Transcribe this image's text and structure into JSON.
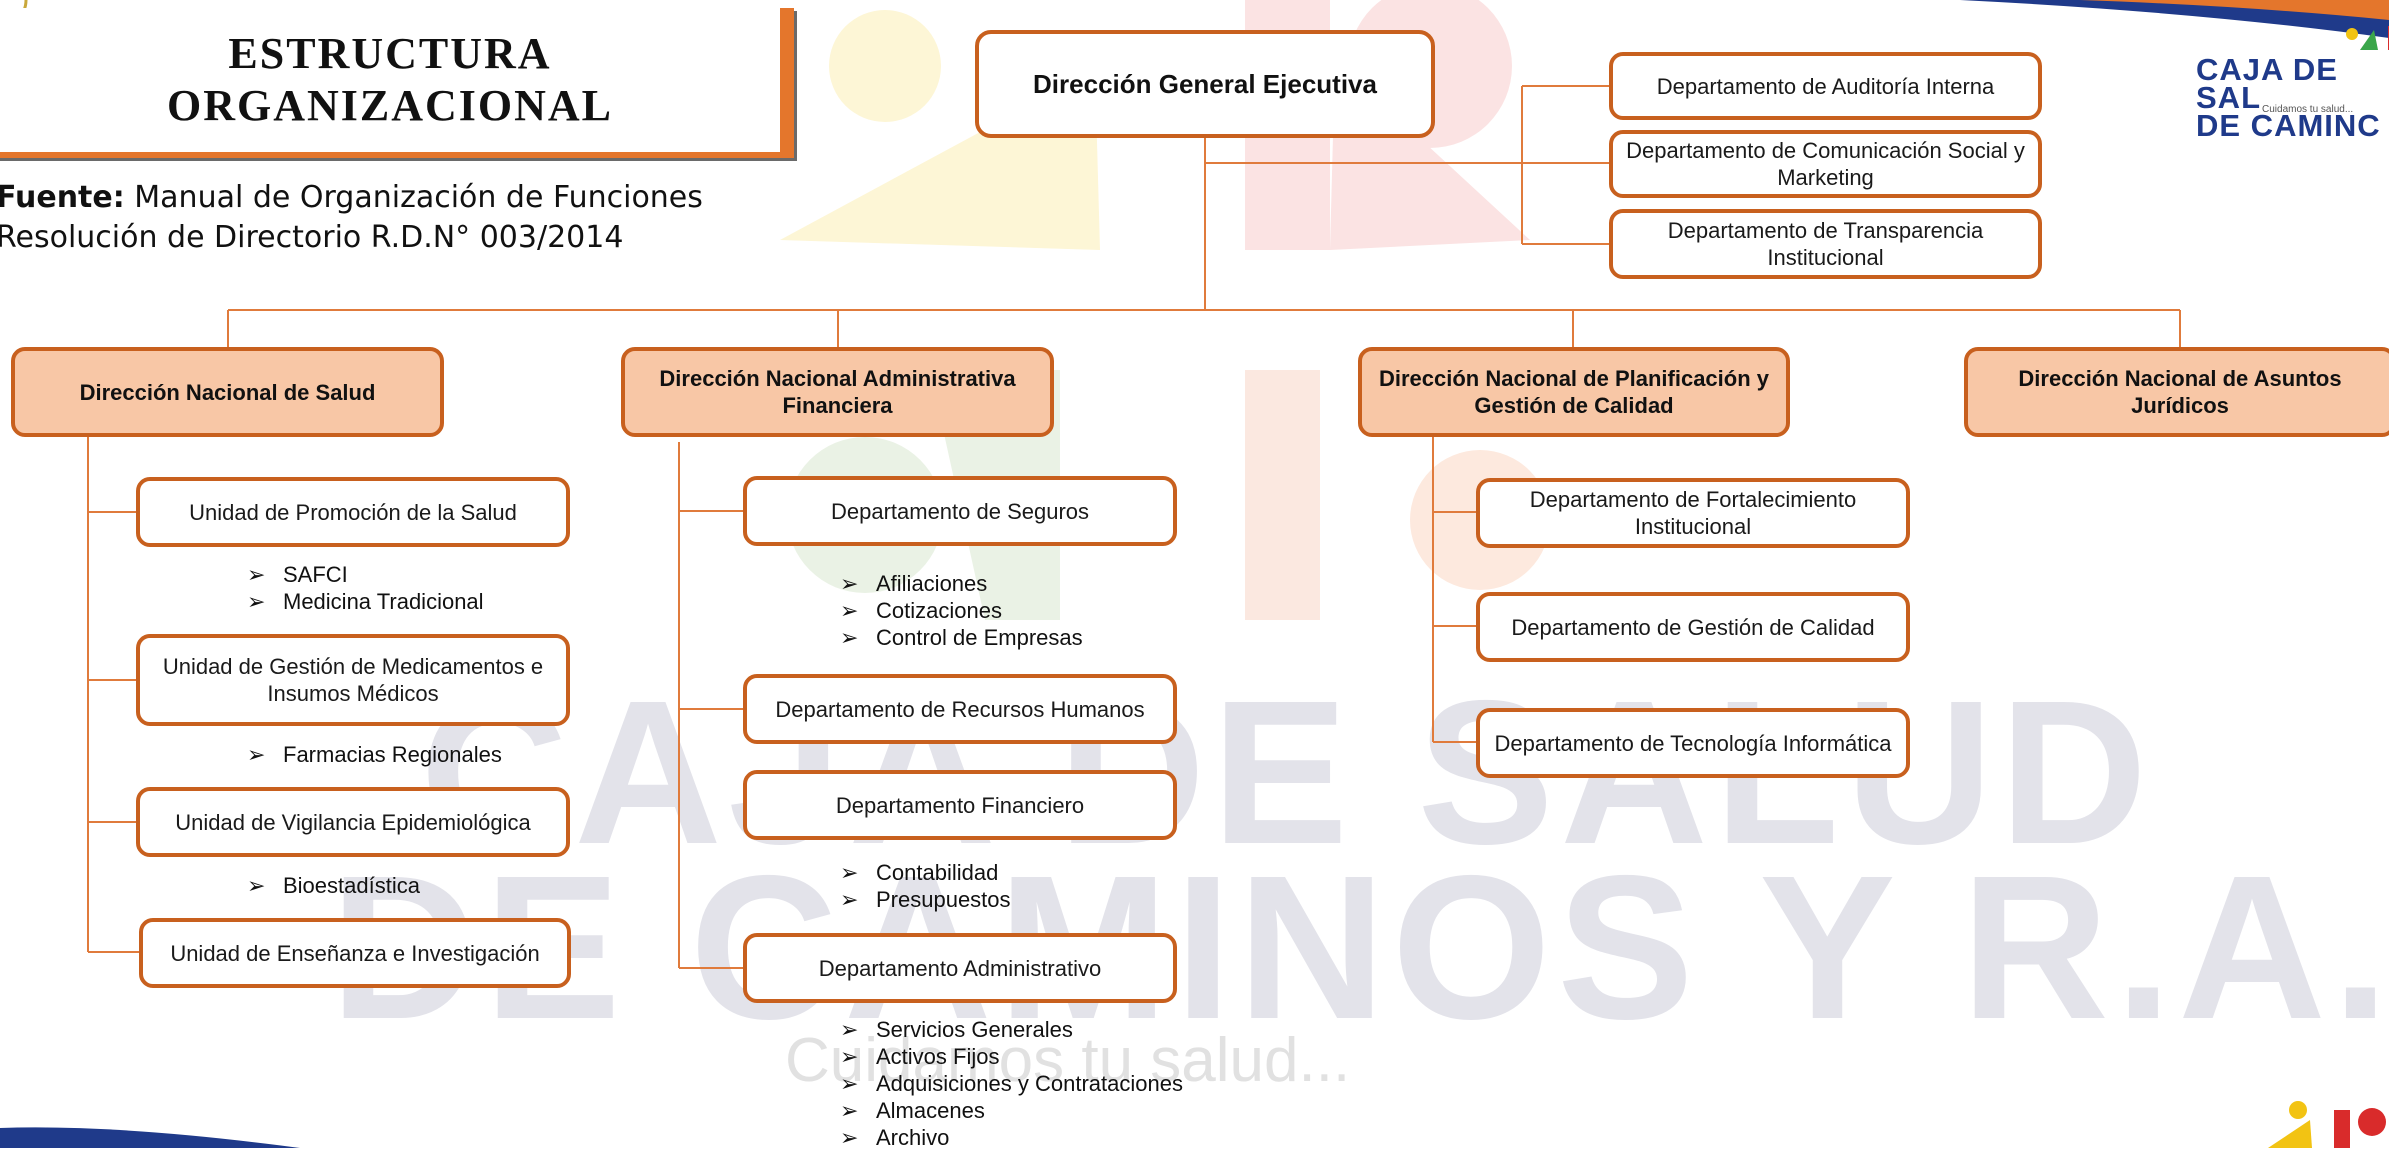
{
  "title": {
    "line1": "ESTRUCTURA",
    "line2": "ORGANIZACIONAL"
  },
  "source": {
    "label": "Fuente:",
    "line1": " Manual de Organización de Funciones",
    "line2": "Resolución de Directorio R.D.N° 003/2014"
  },
  "logo": {
    "line1": "CAJA DE SAL",
    "line2": "DE CAMINC",
    "tagline": "Cuidamos tu salud..."
  },
  "watermark": {
    "line1": "CAJA DE SALUD",
    "line2": "DE CAMINOS Y R.A.",
    "slogan": "Cuidamos tu salud..."
  },
  "top": {
    "head": "Dirección General Ejecutiva",
    "staff": [
      "Departamento de Auditoría Interna",
      "Departamento de Comunicación Social y Marketing",
      "Departamento de Transparencia Institucional"
    ]
  },
  "directions": [
    {
      "title": "Dirección Nacional de Salud",
      "units": [
        {
          "name": "Unidad de Promoción de la Salud",
          "items": [
            "SAFCI",
            "Medicina Tradicional"
          ]
        },
        {
          "name": "Unidad de Gestión de Medicamentos e Insumos Médicos",
          "items": [
            "Farmacias Regionales"
          ]
        },
        {
          "name": "Unidad de Vigilancia Epidemiológica",
          "items": [
            "Bioestadística"
          ]
        },
        {
          "name": "Unidad de Enseñanza e Investigación",
          "items": []
        }
      ]
    },
    {
      "title": "Dirección Nacional Administrativa Financiera",
      "units": [
        {
          "name": "Departamento de Seguros",
          "items": [
            "Afiliaciones",
            "Cotizaciones",
            "Control de Empresas"
          ]
        },
        {
          "name": "Departamento de Recursos Humanos",
          "items": []
        },
        {
          "name": "Departamento Financiero",
          "items": [
            "Contabilidad",
            "Presupuestos"
          ]
        },
        {
          "name": "Departamento Administrativo",
          "items": [
            "Servicios Generales",
            "Activos Fijos",
            "Adquisiciones y Contrataciones",
            "Almacenes",
            "Archivo"
          ]
        }
      ]
    },
    {
      "title": "Dirección Nacional de Planificación y Gestión de Calidad",
      "units": [
        {
          "name": "Departamento de Fortalecimiento Institucional",
          "items": []
        },
        {
          "name": "Departamento de Gestión de Calidad",
          "items": []
        },
        {
          "name": "Departamento de Tecnología Informática",
          "items": []
        }
      ]
    },
    {
      "title": "Dirección Nacional de Asuntos Jurídicos",
      "units": []
    }
  ],
  "colors": {
    "border": "#c8601e",
    "accent": "#e4762c",
    "peach": "#f8c7a6",
    "navy": "#1f3a8a"
  }
}
